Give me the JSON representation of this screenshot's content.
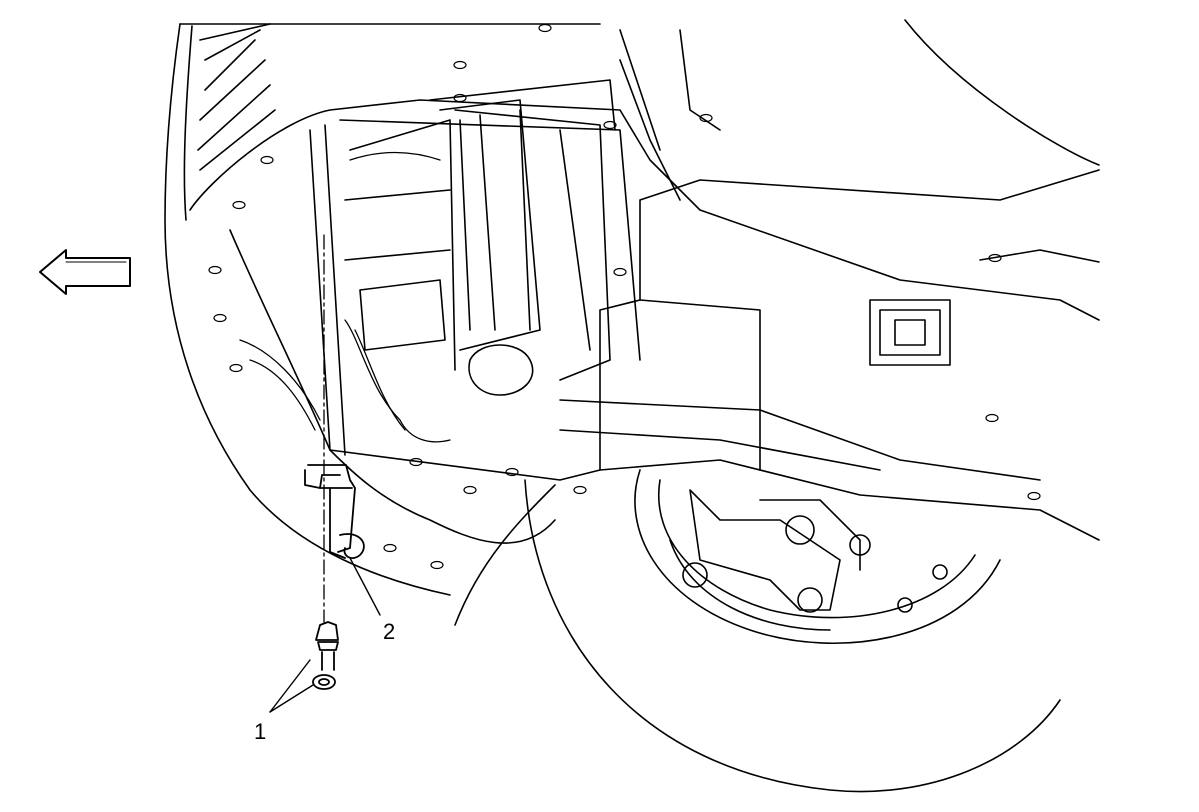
{
  "callouts": [
    {
      "id": "1",
      "label": "1"
    },
    {
      "id": "2",
      "label": "2"
    }
  ],
  "colors": {
    "line": "#000000",
    "fill": "#ffffff"
  },
  "icons": {
    "direction": "arrow-left-icon"
  }
}
